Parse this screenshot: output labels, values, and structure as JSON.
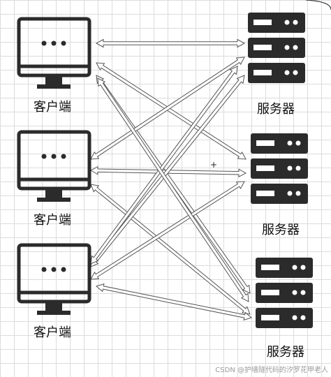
{
  "diagram": {
    "clients": [
      {
        "label": "客户端",
        "icon": "monitor-icon"
      },
      {
        "label": "客户端",
        "icon": "monitor-icon"
      },
      {
        "label": "客户端",
        "icon": "monitor-icon"
      }
    ],
    "servers": [
      {
        "label": "服务器",
        "icon": "server-icon"
      },
      {
        "label": "服务器",
        "icon": "server-icon"
      },
      {
        "label": "服务器",
        "icon": "server-icon"
      }
    ],
    "connections": "many-to-many bidirectional arrows between every client and every server",
    "colors": {
      "icon": "#2b2b2b",
      "arrow_fill": "#ffffff",
      "arrow_stroke": "#555555",
      "grid": "#dcdcdc"
    }
  },
  "watermark": "CSDN @护墙隧代码的汐罗花甲老人"
}
